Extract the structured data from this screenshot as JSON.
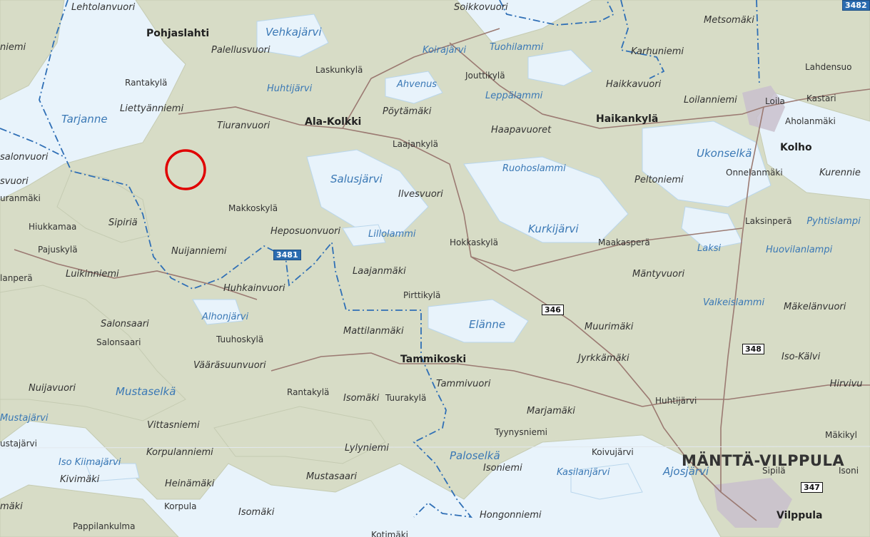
{
  "map": {
    "region_name": "MÄNTTÄ-VILPPULA",
    "place_names": [
      {
        "text": "Lehtolanvuori",
        "style": "terrain"
      },
      {
        "text": "Pohjaslahti",
        "style": "major"
      },
      {
        "text": "Vehkajärvi",
        "style": "water-lg"
      },
      {
        "text": "Soikkovuori",
        "style": "terrain"
      },
      {
        "text": "Metsomäki",
        "style": "terrain"
      },
      {
        "text": "niemi",
        "style": "terrain"
      },
      {
        "text": "Palellusvuori",
        "style": "terrain"
      },
      {
        "text": "Koirajärvi",
        "style": "water"
      },
      {
        "text": "Tuohilammi",
        "style": "water"
      },
      {
        "text": "Karhuniemi",
        "style": "terrain"
      },
      {
        "text": "Rantakylä",
        "style": "place"
      },
      {
        "text": "Laskunkylä",
        "style": "place"
      },
      {
        "text": "Jouttikylä",
        "style": "place"
      },
      {
        "text": "Lahdensuo",
        "style": "place"
      },
      {
        "text": "Huhtijärvi",
        "style": "water"
      },
      {
        "text": "Ahvenus",
        "style": "water"
      },
      {
        "text": "Haikkavuori",
        "style": "terrain"
      },
      {
        "text": "Leppälammi",
        "style": "water"
      },
      {
        "text": "Loilanniemi",
        "style": "terrain"
      },
      {
        "text": "Loila",
        "style": "place"
      },
      {
        "text": "Kastari",
        "style": "place"
      },
      {
        "text": "Liettyänniemi",
        "style": "terrain"
      },
      {
        "text": "Pöytämäki",
        "style": "terrain"
      },
      {
        "text": "Haikankylä",
        "style": "major"
      },
      {
        "text": "Aholanmäki",
        "style": "place"
      },
      {
        "text": "Tarjanne",
        "style": "water-lg"
      },
      {
        "text": "Tiuranvuori",
        "style": "terrain"
      },
      {
        "text": "Ala-Kolkki",
        "style": "major"
      },
      {
        "text": "Haapavuoret",
        "style": "terrain"
      },
      {
        "text": "Laajankylä",
        "style": "place"
      },
      {
        "text": "salonvuori",
        "style": "terrain"
      },
      {
        "text": "Ukonselkä",
        "style": "water-lg"
      },
      {
        "text": "Kolho",
        "style": "major"
      },
      {
        "text": "Ruohoslammi",
        "style": "water"
      },
      {
        "text": "svuori",
        "style": "terrain"
      },
      {
        "text": "Onnelanmäki",
        "style": "place"
      },
      {
        "text": "Kurennie",
        "style": "terrain"
      },
      {
        "text": "Salusjärvi",
        "style": "water-lg"
      },
      {
        "text": "Peltoniemi",
        "style": "terrain"
      },
      {
        "text": "uranmäki",
        "style": "place"
      },
      {
        "text": "Ilvesvuori",
        "style": "terrain"
      },
      {
        "text": "Makkoskylä",
        "style": "place"
      },
      {
        "text": "Laksinperä",
        "style": "place"
      },
      {
        "text": "Pyhtislampi",
        "style": "water"
      },
      {
        "text": "Hiukkamaa",
        "style": "place"
      },
      {
        "text": "Sipiriä",
        "style": "terrain"
      },
      {
        "text": "Heposuonvuori",
        "style": "terrain"
      },
      {
        "text": "Lillolammi",
        "style": "water"
      },
      {
        "text": "Kurkijärvi",
        "style": "water-lg"
      },
      {
        "text": "Pajuskylä",
        "style": "place"
      },
      {
        "text": "Hokkaskylä",
        "style": "place"
      },
      {
        "text": "Maakasperä",
        "style": "place"
      },
      {
        "text": "Laksi",
        "style": "water"
      },
      {
        "text": "Huovilanlampi",
        "style": "water"
      },
      {
        "text": "Nuijanniemi",
        "style": "terrain"
      },
      {
        "text": "lanperä",
        "style": "place"
      },
      {
        "text": "Luikinniemi",
        "style": "terrain"
      },
      {
        "text": "Laajanmäki",
        "style": "terrain"
      },
      {
        "text": "Mäntyvuori",
        "style": "terrain"
      },
      {
        "text": "Huhkainvuori",
        "style": "terrain"
      },
      {
        "text": "Pirttikylä",
        "style": "place"
      },
      {
        "text": "Valkeislammi",
        "style": "water"
      },
      {
        "text": "Mäkelänvuori",
        "style": "terrain"
      },
      {
        "text": "Alhonjärvi",
        "style": "water"
      },
      {
        "text": "Salonsaari",
        "style": "terrain"
      },
      {
        "text": "Elänne",
        "style": "water-lg"
      },
      {
        "text": "Muurimäki",
        "style": "terrain"
      },
      {
        "text": "Tuuhoskylä",
        "style": "place"
      },
      {
        "text": "Salonsaari",
        "style": "place"
      },
      {
        "text": "Mattilanmäki",
        "style": "terrain"
      },
      {
        "text": "Jyrkkämäki",
        "style": "terrain"
      },
      {
        "text": "Iso-Kälvi",
        "style": "terrain"
      },
      {
        "text": "Tammikoski",
        "style": "major"
      },
      {
        "text": "Vääräsuunvuori",
        "style": "terrain"
      },
      {
        "text": "Tammivuori",
        "style": "terrain"
      },
      {
        "text": "Hirvivu",
        "style": "terrain"
      },
      {
        "text": "Nuijavuori",
        "style": "terrain"
      },
      {
        "text": "Mustaselkä",
        "style": "water-lg"
      },
      {
        "text": "Rantakylä",
        "style": "place"
      },
      {
        "text": "Isomäki",
        "style": "terrain"
      },
      {
        "text": "Tuurakylä",
        "style": "place"
      },
      {
        "text": "Huhtijärvi",
        "style": "place"
      },
      {
        "text": "Mustajärvi",
        "style": "water"
      },
      {
        "text": "Marjamäki",
        "style": "terrain"
      },
      {
        "text": "Vittasniemi",
        "style": "terrain"
      },
      {
        "text": "Tyynysniemi",
        "style": "place"
      },
      {
        "text": "Mäkikyl",
        "style": "place"
      },
      {
        "text": "ustajärvi",
        "style": "place"
      },
      {
        "text": "Lylyniemi",
        "style": "terrain"
      },
      {
        "text": "Korpulanniemi",
        "style": "terrain"
      },
      {
        "text": "Koivujärvi",
        "style": "place"
      },
      {
        "text": "Paloselkä",
        "style": "water-lg"
      },
      {
        "text": "Iso Kiimajärvi",
        "style": "water"
      },
      {
        "text": "Kivimäki",
        "style": "terrain"
      },
      {
        "text": "Mustasaari",
        "style": "terrain"
      },
      {
        "text": "Heinämäki",
        "style": "terrain"
      },
      {
        "text": "Isoniemi",
        "style": "terrain"
      },
      {
        "text": "Kasilanjärvi",
        "style": "water"
      },
      {
        "text": "Ajosjärvi",
        "style": "water-lg"
      },
      {
        "text": "Sipilä",
        "style": "place"
      },
      {
        "text": "Isoni",
        "style": "place"
      },
      {
        "text": "mäki",
        "style": "terrain"
      },
      {
        "text": "Korpula",
        "style": "place"
      },
      {
        "text": "Isomäki",
        "style": "terrain"
      },
      {
        "text": "Hongonniemi",
        "style": "terrain"
      },
      {
        "text": "Vilppula",
        "style": "major"
      },
      {
        "text": "Pappilankulma",
        "style": "place"
      },
      {
        "text": "Kotimäki",
        "style": "place"
      }
    ],
    "road_shields": [
      {
        "number": "3481",
        "style": "blue"
      },
      {
        "number": "346",
        "style": "white"
      },
      {
        "number": "348",
        "style": "white"
      },
      {
        "number": "347",
        "style": "white"
      },
      {
        "number": "3482",
        "style": "blue"
      }
    ],
    "marker": {
      "type": "circle",
      "color": "#e00000"
    },
    "colors": {
      "water": "#e8f3fb",
      "land": "#d7dcc6",
      "road": "#9b7a72",
      "boundary": "#2f6fb6",
      "label_water": "#3a78b5"
    }
  }
}
